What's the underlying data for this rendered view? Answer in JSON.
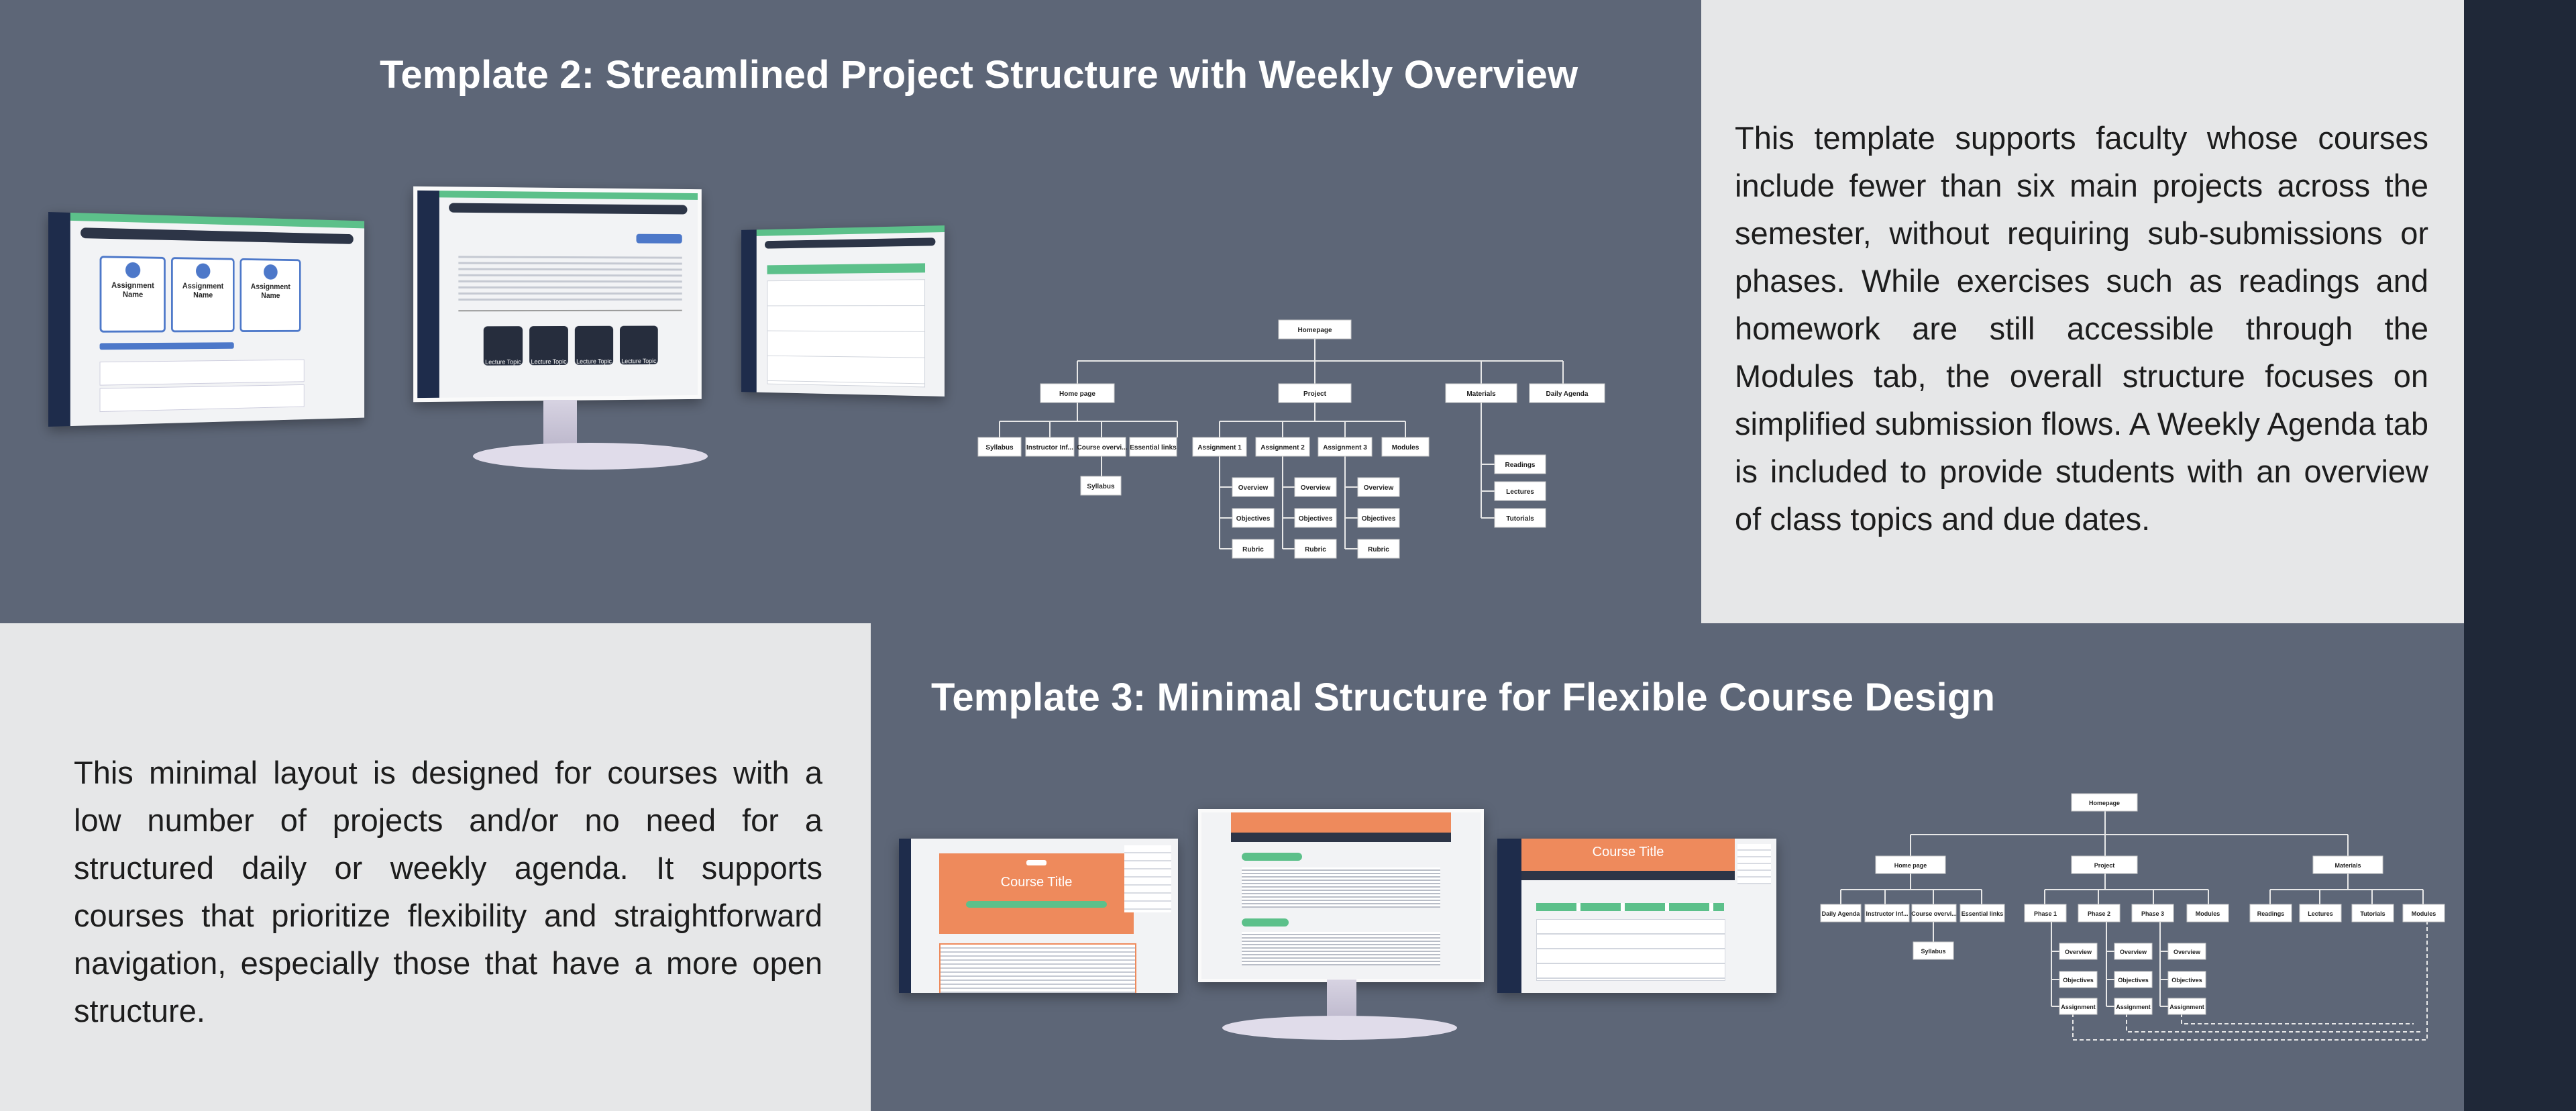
{
  "template2": {
    "title": "Template 2: Streamlined Project Structure with Weekly Overview",
    "description": "This template supports faculty whose courses include fewer than six main projects across the semester, without requiring sub-submissions or phases. While exercises such as readings and homework are still accessible through the Modules tab, the overall structure focuses on simplified submission flows. A Weekly Agenda tab is included to provide students with an overview of class topics and due dates.",
    "mockup_cards": [
      "Assignment Name",
      "Assignment Name",
      "Assignment Name"
    ],
    "mockup_lectures": [
      "Lecture Topic",
      "Lecture Topic",
      "Lecture Topic",
      "Lecture Topic"
    ],
    "tree": {
      "root": "Homepage",
      "level1": [
        "Home page",
        "Project",
        "Materials",
        "Daily Agenda"
      ],
      "homepage_children": [
        "Syllabus",
        "Instructor Inf...",
        "Course overvi...",
        "Essential links"
      ],
      "homepage_sub": "Syllabus",
      "project_children": [
        "Assignment 1",
        "Assignment 2",
        "Assignment 3",
        "Modules"
      ],
      "assignment_children": [
        "Overview",
        "Objectives",
        "Rubric"
      ],
      "materials_children": [
        "Readings",
        "Lectures",
        "Tutorials"
      ]
    },
    "colors": {
      "panel": "#5d6677",
      "accent": "#5cc08a",
      "nav": "#1e2c4b"
    }
  },
  "template3": {
    "title": "Template 3: Minimal Structure for Flexible Course Design",
    "description": "This minimal layout is designed for courses with a low number of projects and/or no need for a structured daily or weekly agenda. It supports courses that prioritize flexibility and straightforward navigation, especially those that have a more open structure.",
    "mockup_course_title": "Course Title",
    "tree": {
      "root": "Homepage",
      "level1": [
        "Home page",
        "Project",
        "Materials"
      ],
      "homepage_children": [
        "Daily Agenda",
        "Instructor Inf...",
        "Course overvi...",
        "Essential links"
      ],
      "homepage_sub": "Syllabus",
      "project_children": [
        "Phase 1",
        "Phase 2",
        "Phase 3",
        "Modules"
      ],
      "phase_children": [
        "Overview",
        "Objectives",
        "Assignment"
      ],
      "materials_children": [
        "Readings",
        "Lectures",
        "Tutorials",
        "Modules"
      ]
    },
    "colors": {
      "accent": "#ee8a5c"
    }
  }
}
